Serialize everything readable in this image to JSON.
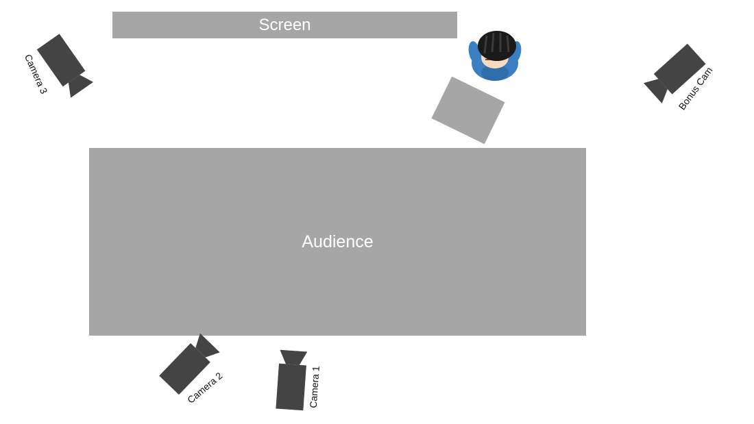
{
  "diagram": {
    "screen_label": "Screen",
    "audience_label": "Audience",
    "cameras": {
      "camera1": "Camera 1",
      "camera2": "Camera 2",
      "camera3": "Camera 3",
      "bonus": "Bonus Cam"
    }
  },
  "colors": {
    "block": "#a6a6a6",
    "camera": "#444444",
    "person_shirt": "#3a7fc1",
    "person_hair": "#1a1a1a",
    "person_skin": "#f7d9c4"
  },
  "icons": {
    "camera": "video-camera-icon",
    "presenter": "presenter-icon"
  }
}
